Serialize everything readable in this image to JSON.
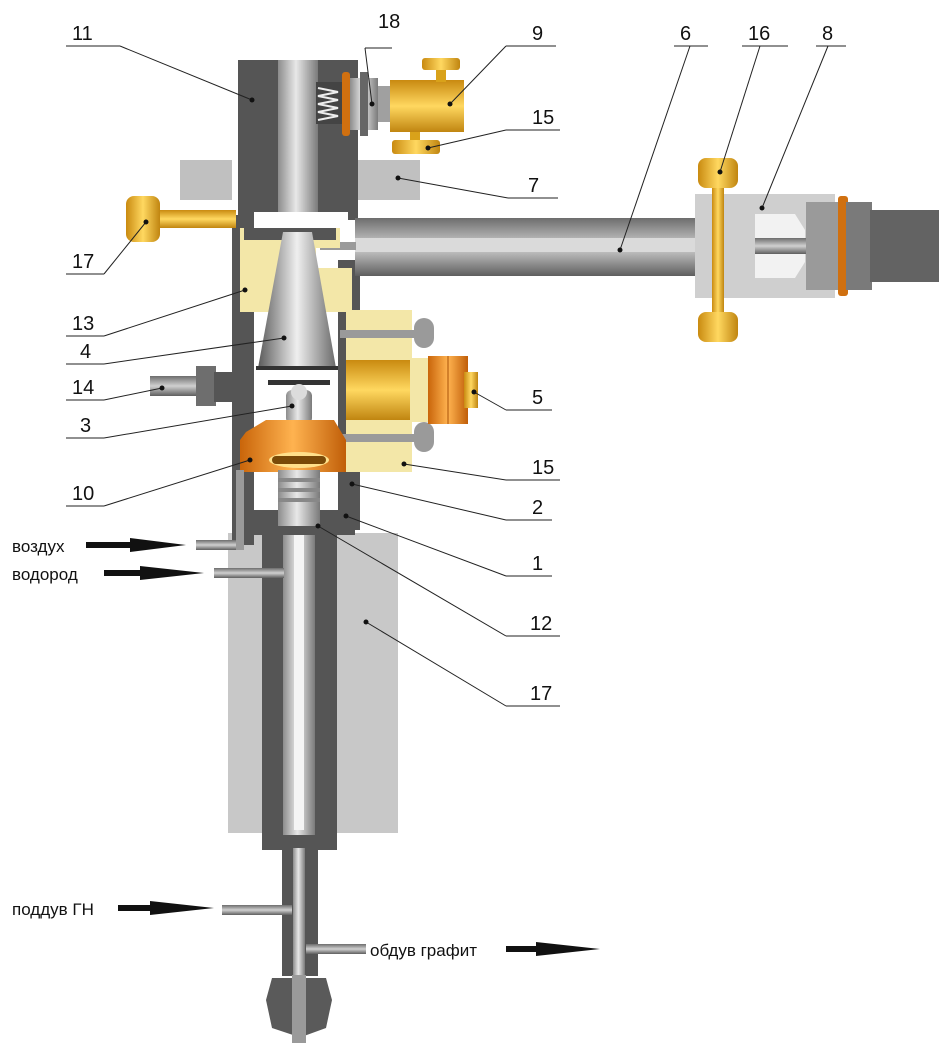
{
  "labels": {
    "n1": "1",
    "n2": "2",
    "n3": "3",
    "n4": "4",
    "n5": "5",
    "n6": "6",
    "n7": "7",
    "n8": "8",
    "n9": "9",
    "n10": "10",
    "n11": "11",
    "n12": "12",
    "n13": "13",
    "n14": "14",
    "n15a": "15",
    "n15b": "15",
    "n16": "16",
    "n17a": "17",
    "n17b": "17",
    "n18": "18"
  },
  "flows": {
    "air": "воздух",
    "hydrogen": "водород",
    "gn_purge": "поддув ГН",
    "graphite_blow": "обдув графит"
  },
  "colors": {
    "dark_steel": "#555555",
    "light_steel": "#bdbdbd",
    "gold": "#e0b020",
    "orange": "#e8821e",
    "cream": "#f3e7a8",
    "holder_gray": "#c8c8c8"
  }
}
